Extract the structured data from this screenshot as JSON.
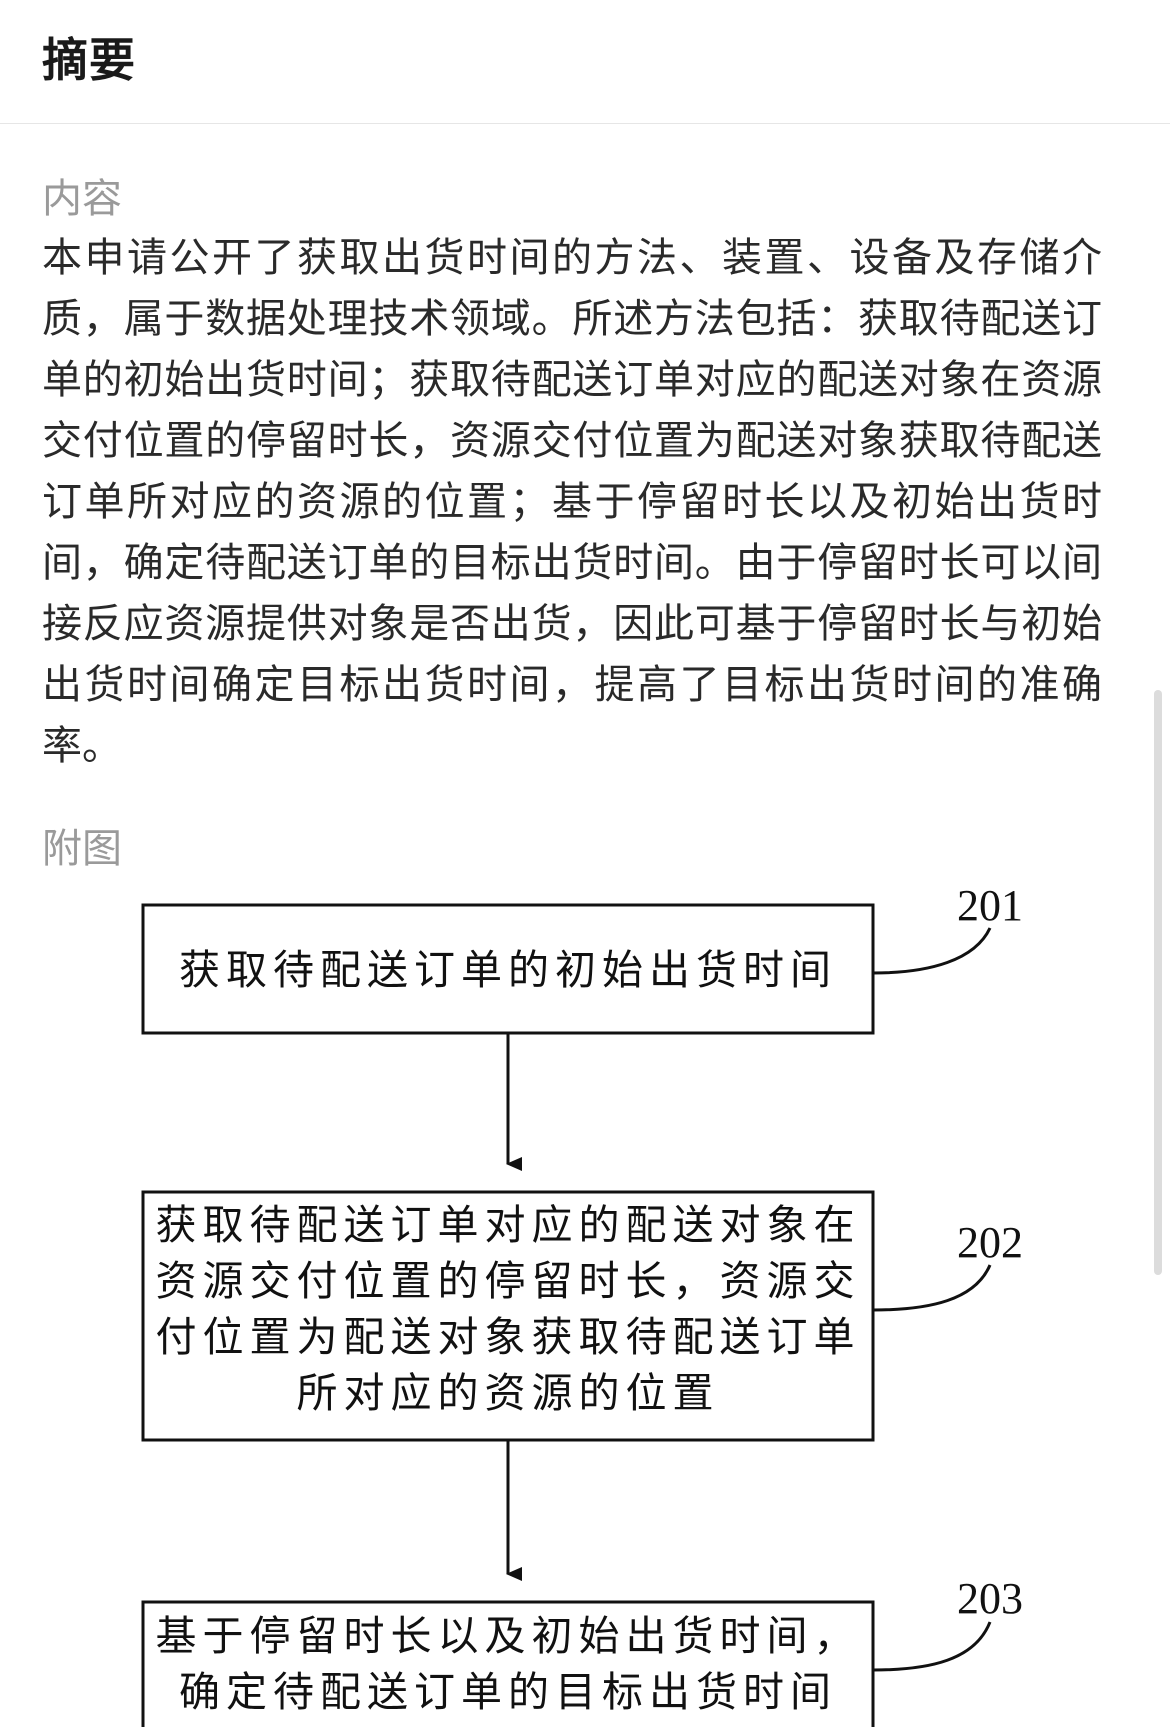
{
  "header": {
    "title": "摘要"
  },
  "content_section": {
    "label": "内容",
    "text": "本申请公开了获取出货时间的方法、装置、设备及存储介质，属于数据处理技术领域。所述方法包括：获取待配送订单的初始出货时间；获取待配送订单对应的配送对象在资源交付位置的停留时长，资源交付位置为配送对象获取待配送订单所对应的资源的位置；基于停留时长以及初始出货时间，确定待配送订单的目标出货时间。由于停留时长可以间接反应资源提供对象是否出货，因此可基于停留时长与初始出货时间确定目标出货时间，提高了目标出货时间的准确率。"
  },
  "figure_section": {
    "label": "附图",
    "steps": [
      {
        "ref": "201",
        "lines": [
          "获取待配送订单的初始出货时间"
        ]
      },
      {
        "ref": "202",
        "lines": [
          "获取待配送订单对应的配送对象在",
          "资源交付位置的停留时长，资源交",
          "付位置为配送对象获取待配送订单",
          "所对应的资源的位置"
        ]
      },
      {
        "ref": "203",
        "lines": [
          "基于停留时长以及初始出货时间，",
          "确定待配送订单的目标出货时间"
        ]
      }
    ]
  }
}
